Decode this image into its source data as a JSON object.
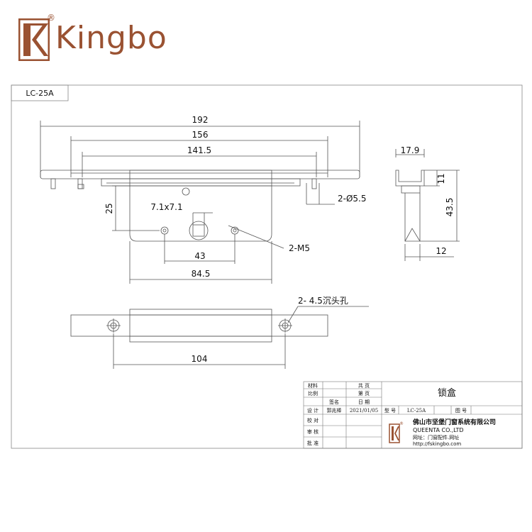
{
  "brand": {
    "name": "Kingbo",
    "registered": "®",
    "color": "#9a5232"
  },
  "frame": {
    "model_label": "LC-25A"
  },
  "dimensions": {
    "overall_length": "192",
    "plate_length": "156",
    "body_length": "141.5",
    "depth": "25",
    "square_hole": "7.1x7.1",
    "mount_holes": "2-Ø5.5",
    "screw_spacing": "43",
    "screw_thread": "2-M5",
    "width_84": "84.5",
    "side_width": "17.9",
    "side_top": "11",
    "side_height": "43.5",
    "side_bottom": "12",
    "countersink": "2-  4.5沉头孔",
    "hole_spacing": "104"
  },
  "title_block": {
    "material_label": "材料",
    "scale_label": "比例",
    "total_pages_label": "共 页",
    "page_label": "第 页",
    "sign_label": "签名",
    "date_label": "日 期",
    "design_label": "设 计",
    "designer": "郭兆棒",
    "date": "2021/01/05",
    "type_label": "型 号",
    "type_value": "LC-25A",
    "drawing_no_label": "图 号",
    "check_label": "校 对",
    "review_label": "审 核",
    "approve_label": "批 准",
    "part_name": "锁盒",
    "company_cn": "佛山市坚堡门窗系统有限公司",
    "company_en": "QUEENTA CO.,LTD",
    "website_cn": "网址：门窗配件.网址",
    "website_url": "http://fskingbo.com"
  }
}
